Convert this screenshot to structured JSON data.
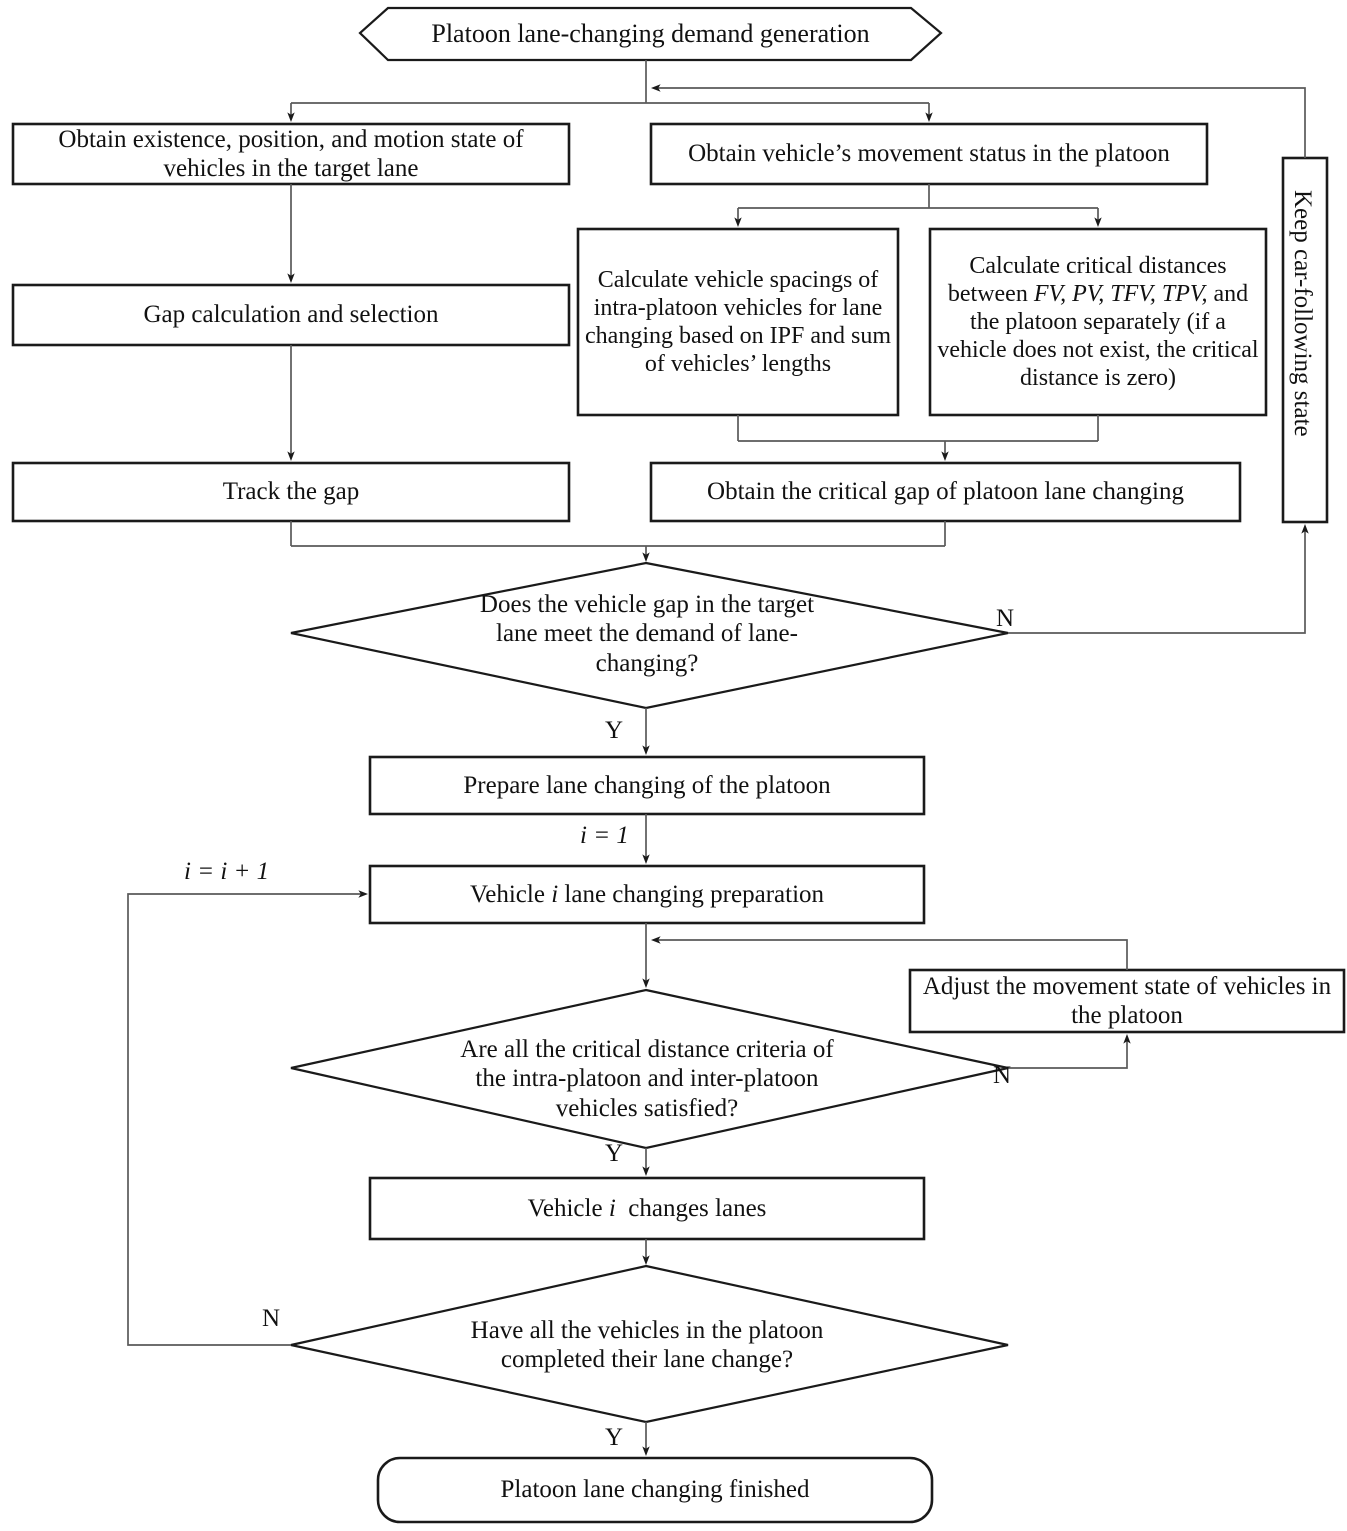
{
  "diagram": {
    "title": "Platoon lane-changing flowchart",
    "colors": {
      "background": "#ffffff",
      "shape_stroke": "#1a1a1a",
      "connector_stroke": "#5a5a5a",
      "text": "#111111"
    },
    "nodes": {
      "start": {
        "label": "Platoon lane-changing demand generation",
        "shape": "hexagon"
      },
      "obtain_target_lane": {
        "label": "Obtain existence, position, and motion state of vehicles in the target lane",
        "shape": "rectangle"
      },
      "obtain_platoon_status": {
        "label": "Obtain vehicle’s movement status in the platoon",
        "shape": "rectangle"
      },
      "calc_spacings": {
        "label": "Calculate vehicle spacings of intra-platoon vehicles for lane changing based on IPF and sum of vehicles’ lengths",
        "shape": "rectangle"
      },
      "calc_critical_distances": {
        "label": "Calculate critical distances between FV, PV, TFV, TPV, and the platoon separately (if a vehicle does not exist, the critical distance is zero)",
        "shape": "rectangle"
      },
      "gap_calculation": {
        "label": "Gap calculation and selection",
        "shape": "rectangle"
      },
      "track_gap": {
        "label": "Track the gap",
        "shape": "rectangle"
      },
      "critical_gap": {
        "label": "Obtain the critical gap of platoon lane changing",
        "shape": "rectangle"
      },
      "keep_car_following": {
        "label": "Keep car-following state",
        "shape": "rectangle-vertical"
      },
      "decision_gap": {
        "label": "Does the vehicle gap in the target lane meet the demand of lane-changing?",
        "shape": "diamond"
      },
      "prepare_lane_change": {
        "label": "Prepare lane changing of the platoon",
        "shape": "rectangle"
      },
      "vehicle_i_prep": {
        "label": "Vehicle i lane changing preparation",
        "shape": "rectangle"
      },
      "decision_criteria": {
        "label": "Are all the critical distance criteria of the intra-platoon and inter-platoon vehicles satisfied?",
        "shape": "diamond"
      },
      "adjust_movement": {
        "label": "Adjust the movement state of vehicles in the platoon",
        "shape": "rectangle"
      },
      "vehicle_i_changes": {
        "label": "Vehicle i  changes lanes",
        "shape": "rectangle"
      },
      "decision_all_done": {
        "label": "Have all the vehicles in the platoon completed their lane change?",
        "shape": "diamond"
      },
      "finished": {
        "label": "Platoon lane changing finished",
        "shape": "rounded-rectangle"
      }
    },
    "edge_labels": {
      "gap_no": "N",
      "gap_yes": "Y",
      "i_equals_1": "i = 1",
      "i_increment": "i = i + 1",
      "criteria_no": "N",
      "criteria_yes": "Y",
      "all_done_no": "N",
      "all_done_yes": "Y"
    }
  }
}
